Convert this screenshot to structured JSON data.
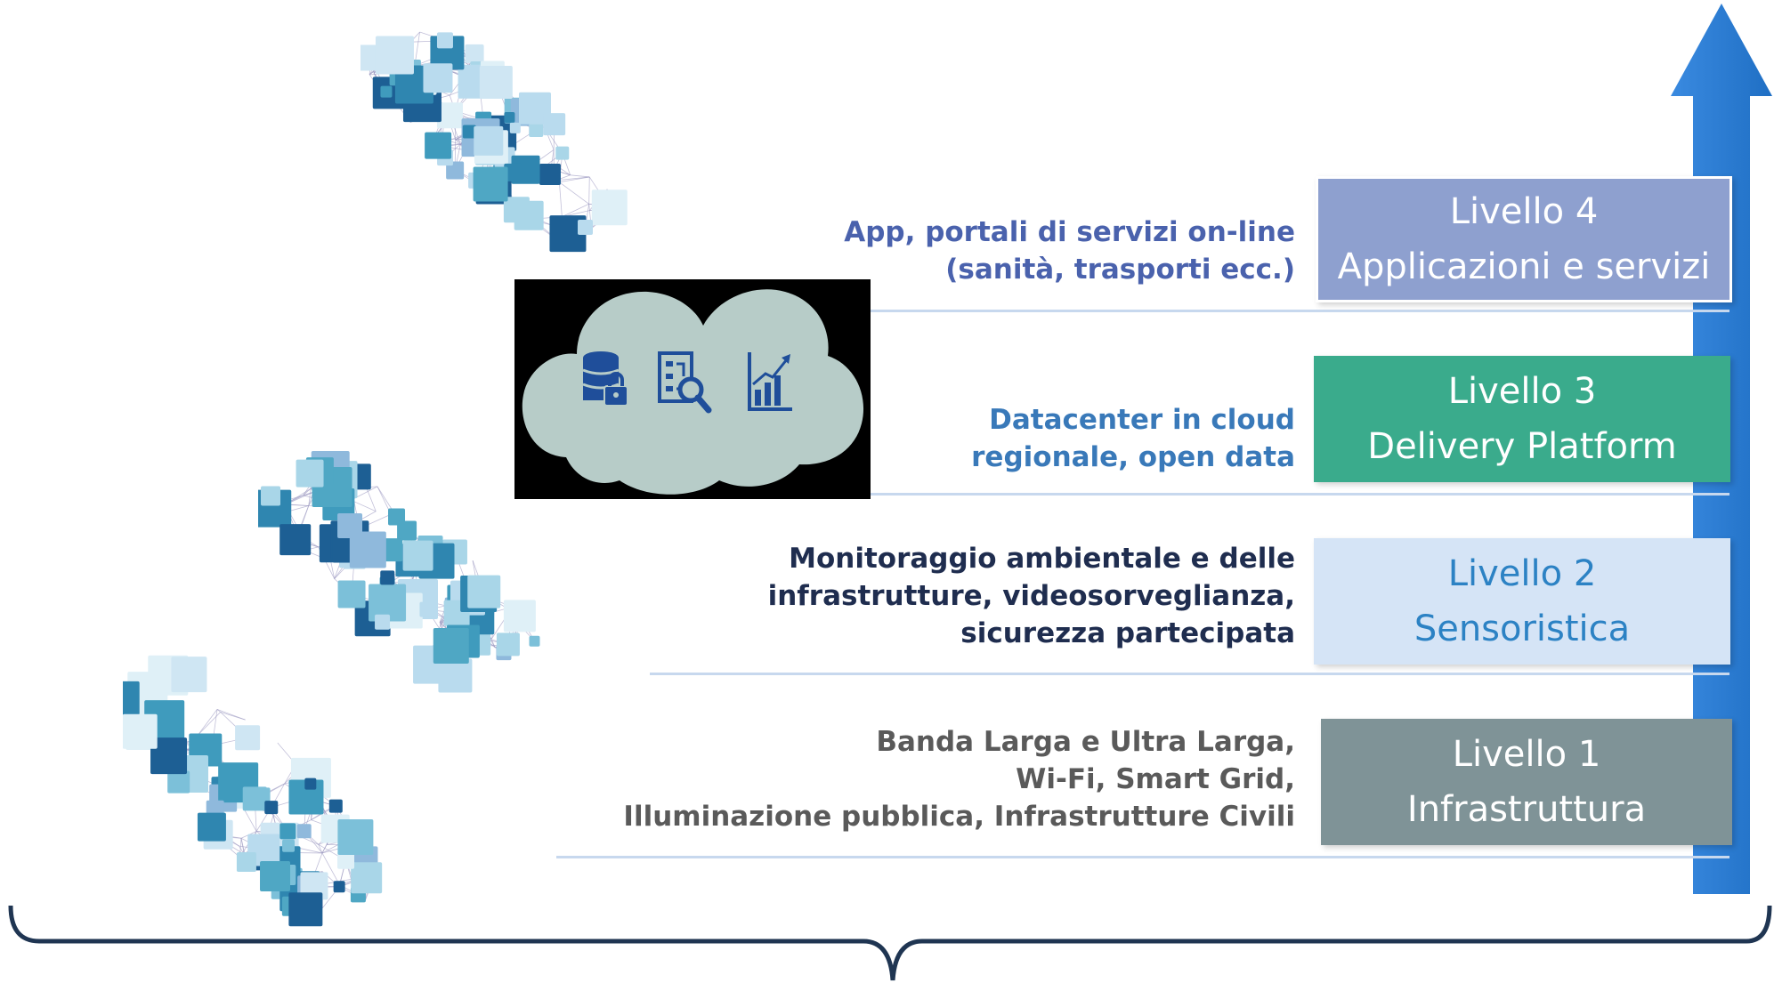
{
  "levels": [
    {
      "id": "level4",
      "title": "Livello 4",
      "subtitle": "Applicazioni e servizi",
      "description": [
        "App, portali di servizi on-line",
        "(sanità, trasporti ecc.)"
      ],
      "color": "#8ea0cf"
    },
    {
      "id": "level3",
      "title": "Livello 3",
      "subtitle": "Delivery Platform",
      "description": [
        "Datacenter in cloud",
        "regionale, open data"
      ],
      "color": "#3aab8c"
    },
    {
      "id": "level2",
      "title": "Livello 2",
      "subtitle": "Sensoristica",
      "description": [
        "Monitoraggio ambientale e delle",
        "infrastrutture, videosorveglianza,",
        "sicurezza partecipata"
      ],
      "color": "#d5e4f6"
    },
    {
      "id": "level1",
      "title": "Livello 1",
      "subtitle": "Infrastruttura",
      "description": [
        "Banda Larga e Ultra Larga,",
        "Wi-Fi, Smart Grid,",
        "Illuminazione pubblica, Infrastrutture Civili"
      ],
      "color": "#7f9397"
    }
  ],
  "icons": [
    "database-lock-icon",
    "document-search-icon",
    "growth-chart-icon"
  ],
  "colors": {
    "arrow": "#2f7fd6",
    "separator": "#c7d8ee",
    "cloud": "#b7ccc8",
    "brace": "#1f3552"
  }
}
